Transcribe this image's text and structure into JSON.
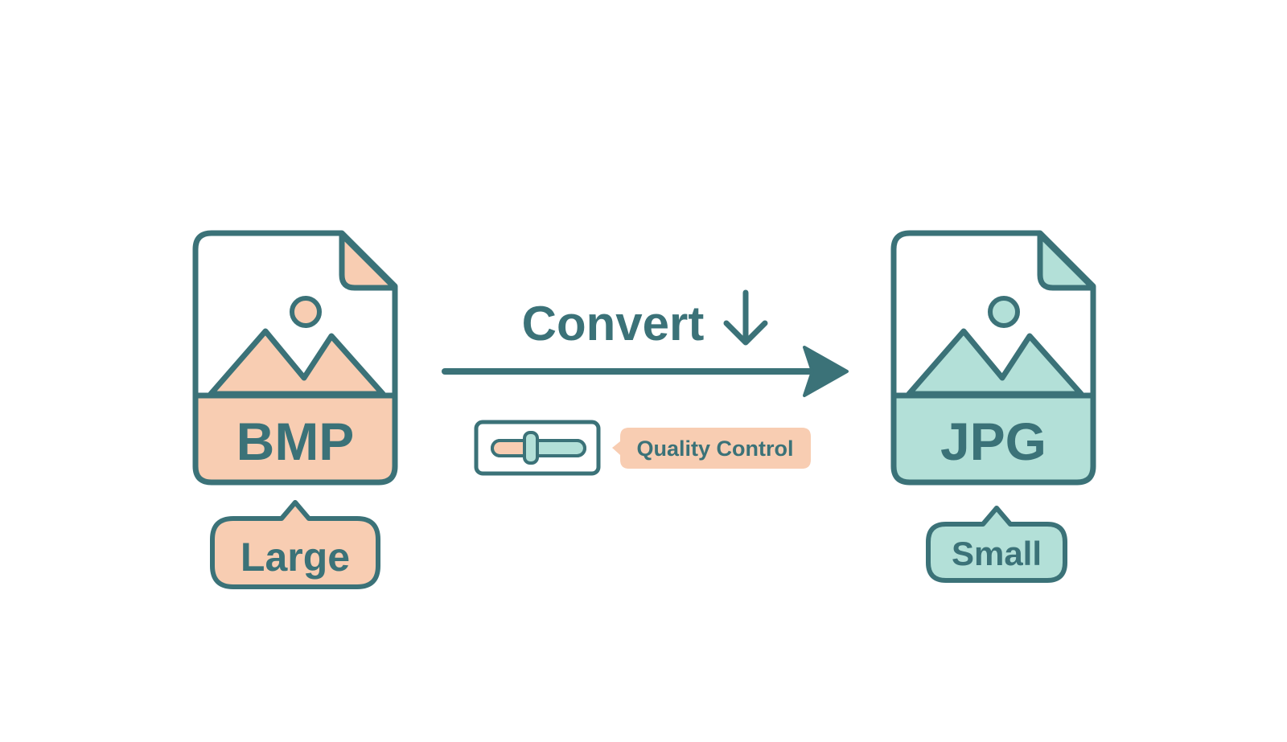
{
  "colors": {
    "stroke": "#3b7278",
    "source_fill": "#f8cdb2",
    "target_fill": "#b3e0d8",
    "background": "#ffffff"
  },
  "source_file": {
    "format": "BMP",
    "size_label": "Large",
    "icon": "image-file-icon"
  },
  "target_file": {
    "format": "JPG",
    "size_label": "Small",
    "icon": "image-file-icon"
  },
  "conversion": {
    "label": "Convert",
    "label_icon": "arrow-down-icon",
    "arrow_icon": "arrow-right-icon"
  },
  "quality": {
    "label": "Quality Control",
    "icon": "slider-icon"
  }
}
